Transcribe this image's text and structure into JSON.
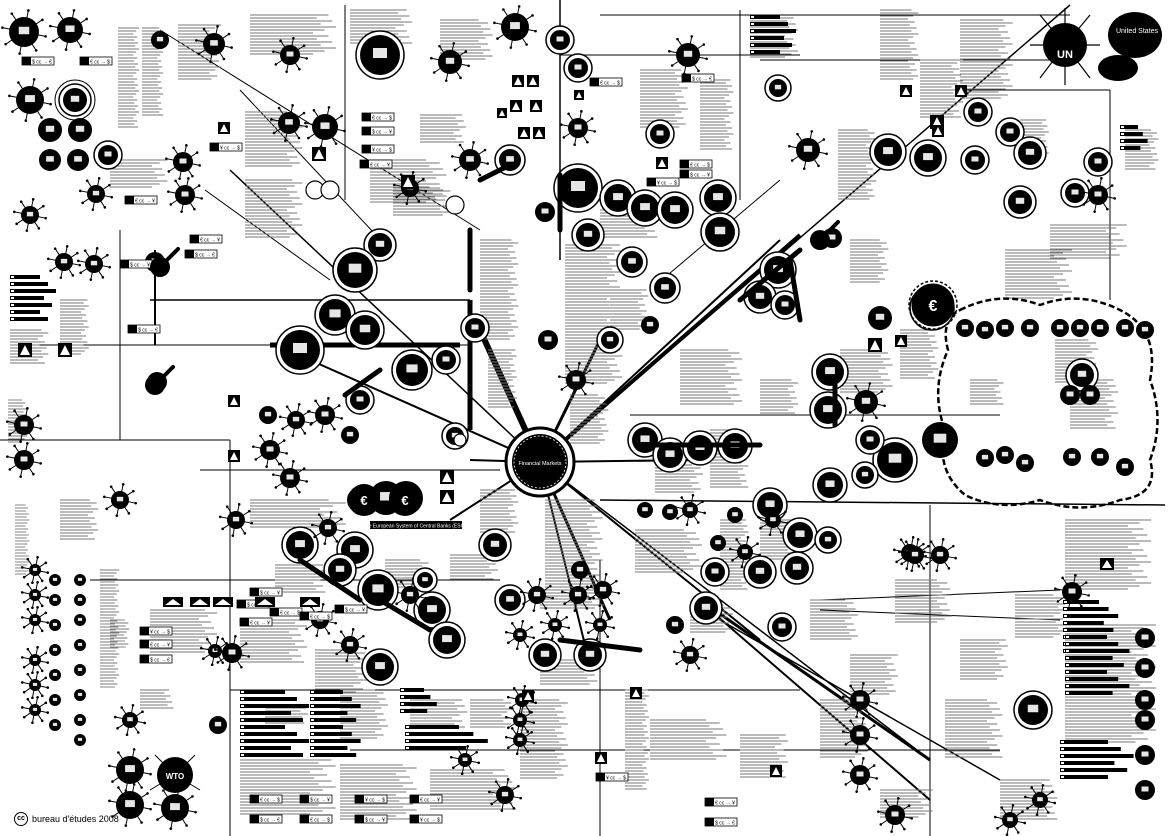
{
  "map": {
    "us_label": "United States",
    "un_label": "UN",
    "wto_label": "WTO",
    "center_label": "Financial Markets",
    "ecb_label": "€",
    "european_system_caption": "The European System of Central Banks (ESCB)"
  },
  "credit": {
    "cc_badge": "cc",
    "text": "bureau d'études 2008"
  },
  "formulas": {
    "small_set": [
      "$ cc → €",
      "€ cc → $",
      "$ cc → ¥",
      "¥ cc → $",
      "€ cc → ¥"
    ]
  },
  "colors": {
    "ink": "#000000",
    "paper": "#ffffff"
  }
}
